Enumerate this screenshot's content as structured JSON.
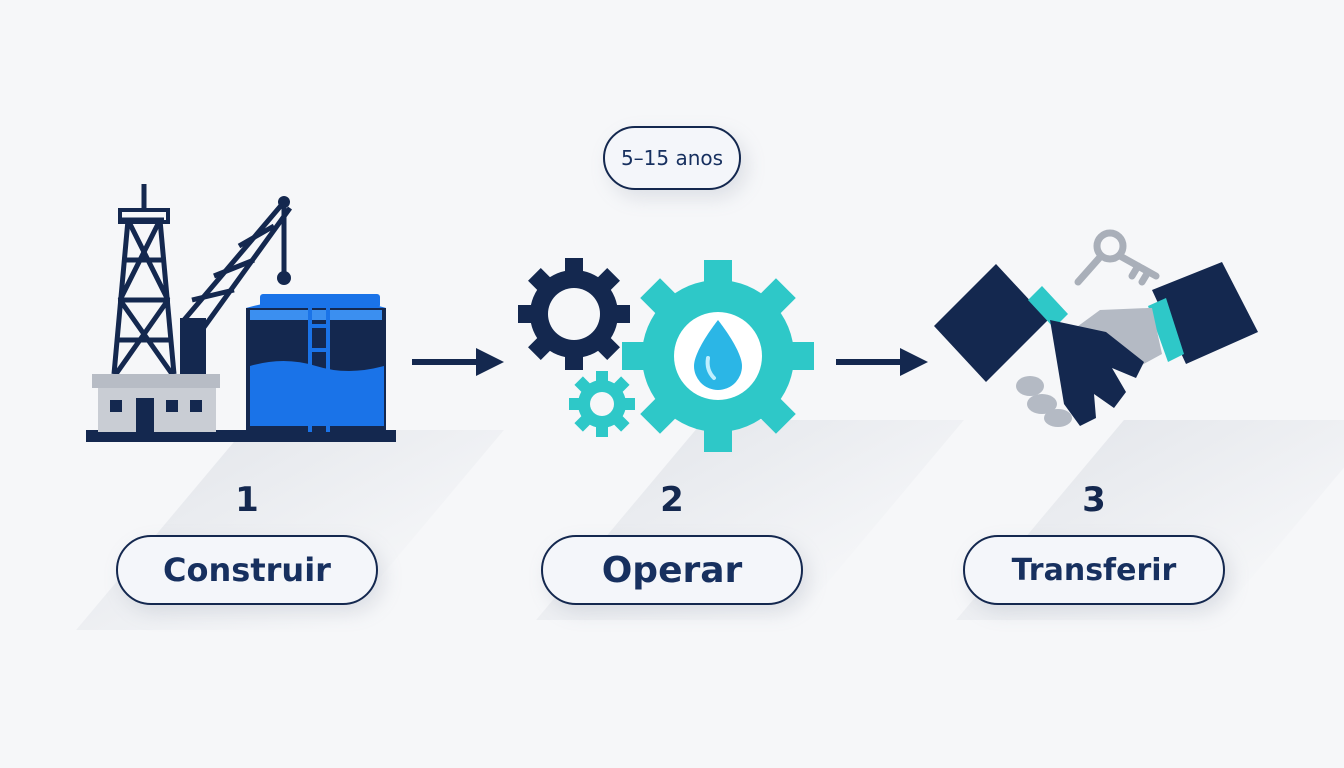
{
  "duration_badge": "5–15 anos",
  "steps": [
    {
      "number": "1",
      "label": "Construir"
    },
    {
      "number": "2",
      "label": "Operar"
    },
    {
      "number": "3",
      "label": "Transferir"
    }
  ],
  "colors": {
    "navy": "#14284f",
    "blue": "#1a73e8",
    "teal": "#2ec8c8",
    "gray": "#a9afb9",
    "background": "#f6f7f9"
  },
  "icons": [
    "construction-icon",
    "gears-water-icon",
    "handshake-key-icon"
  ]
}
